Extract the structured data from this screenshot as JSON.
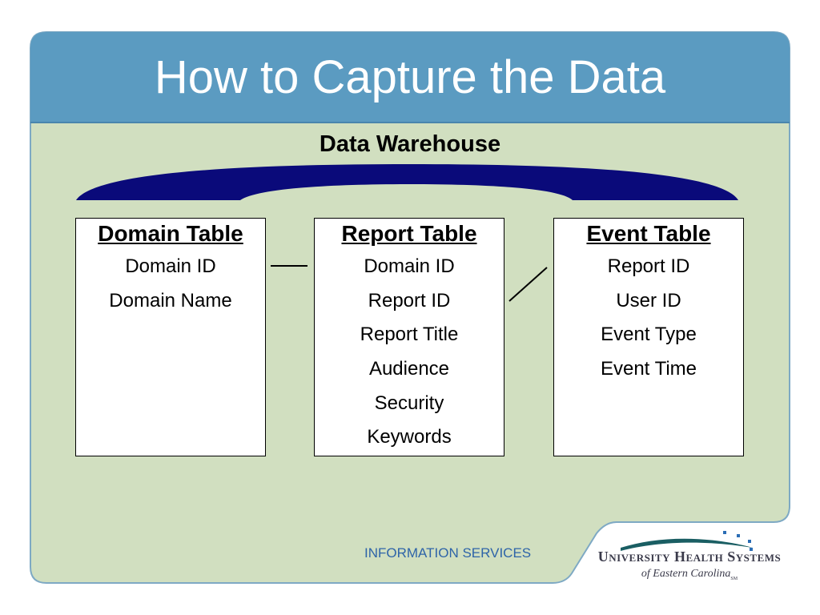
{
  "slide": {
    "title": "How to Capture the Data",
    "subtitle": "Data Warehouse"
  },
  "tables": [
    {
      "heading": "Domain Table",
      "fields": [
        "Domain ID",
        "Domain Name"
      ]
    },
    {
      "heading": "Report Table",
      "fields": [
        "Domain ID",
        "Report ID",
        "Report Title",
        "Audience",
        "Security",
        "Keywords"
      ]
    },
    {
      "heading": "Event Table",
      "fields": [
        "Report ID",
        "User ID",
        "Event Type",
        "Event Time"
      ]
    }
  ],
  "footer": {
    "department": "INFORMATION SERVICES",
    "logo_line1": "University Health Systems",
    "logo_line2": "of Eastern Carolina",
    "logo_mark": "SM"
  },
  "colors": {
    "header_blue": "#5b9bc1",
    "body_green": "#d1dfc0",
    "arc_navy": "#0a0a7a",
    "footer_text": "#2e64a8",
    "logo_teal": "#1a5e63"
  }
}
